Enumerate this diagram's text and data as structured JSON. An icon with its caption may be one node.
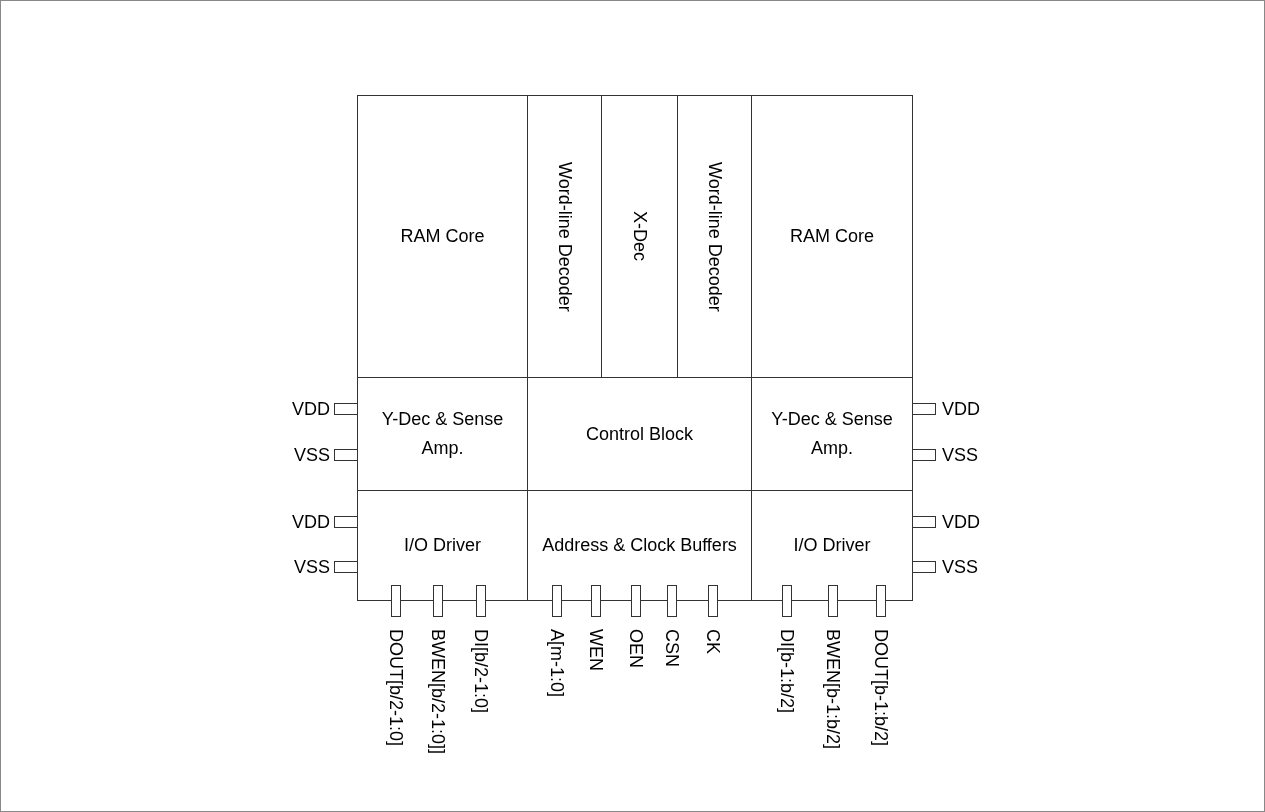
{
  "diagram": {
    "nodes": [
      {
        "text": [
          "RAM Core"
        ]
      },
      {
        "text": [
          "Word-line Decoder"
        ]
      },
      {
        "text": [
          "X-Dec"
        ]
      },
      {
        "text": [
          "Word-line Decoder"
        ]
      },
      {
        "text": [
          "RAM Core"
        ]
      },
      {
        "text": [
          "Y-Dec & Sense Amp."
        ]
      },
      {
        "text": [
          "Control Block"
        ]
      },
      {
        "text": [
          "Y-Dec & Sense Amp."
        ]
      },
      {
        "text": [
          "I/O Driver"
        ]
      },
      {
        "text": [
          "Address & Clock Buffers"
        ]
      },
      {
        "text": [
          "I/O Driver"
        ]
      },
      {
        "text": [
          "VDD"
        ]
      },
      {
        "text": [
          "VSS"
        ]
      },
      {
        "text": [
          "VDD"
        ]
      },
      {
        "text": [
          "VSS"
        ]
      },
      {
        "text": [
          "VDD"
        ]
      },
      {
        "text": [
          "VSS"
        ]
      },
      {
        "text": [
          "VDD"
        ]
      },
      {
        "text": [
          "VSS"
        ]
      },
      {
        "text": [
          "DOUT[b/2-1:0]"
        ]
      },
      {
        "text": [
          "BWEN[b/2-1:0]]"
        ]
      },
      {
        "text": [
          "DI[b/2-1:0]"
        ]
      },
      {
        "text": [
          "A[m-1:0]"
        ]
      },
      {
        "text": [
          "WEN"
        ]
      },
      {
        "text": [
          "OEN"
        ]
      },
      {
        "text": [
          "CSN"
        ]
      },
      {
        "text": [
          "CK"
        ]
      },
      {
        "text": [
          "DI[b-1:b/2]"
        ]
      },
      {
        "text": [
          "BWEN[b-1:b/2]"
        ]
      },
      {
        "text": [
          "DOUT[b-1:b/2]"
        ]
      }
    ],
    "edges": []
  }
}
